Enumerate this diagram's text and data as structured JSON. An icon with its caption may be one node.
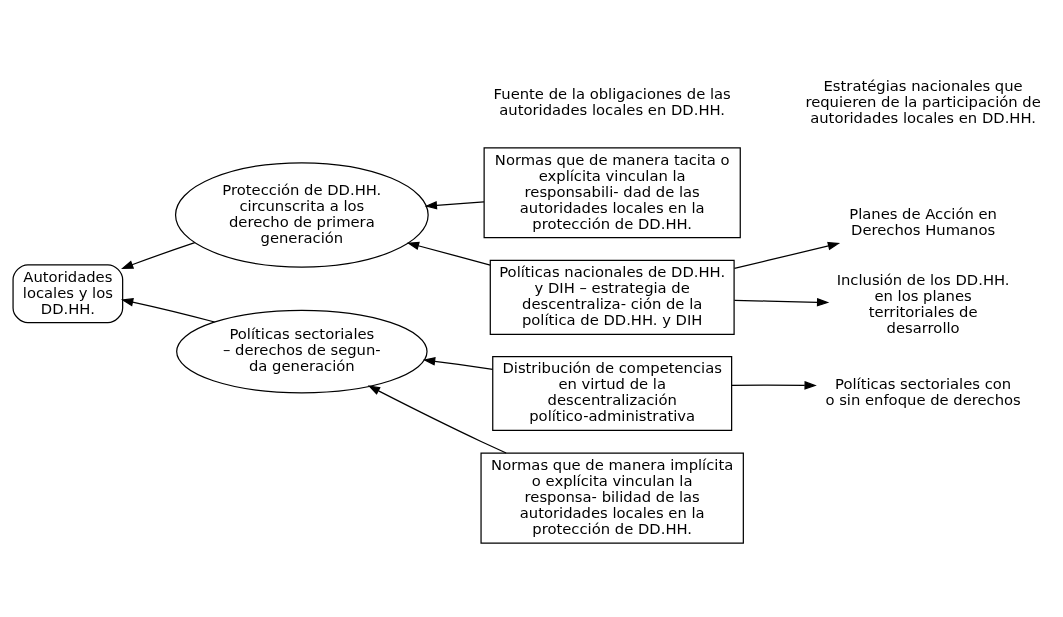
{
  "diagram": {
    "nodes": [
      {
        "text": [
          "Autoridades locales y los DD.HH."
        ]
      },
      {
        "text": [
          "Protección de DD.HH. circunscrita a los derecho de primera generación"
        ]
      },
      {
        "text": [
          "Políticas sectoriales – derechos de segun- da generación"
        ]
      },
      {
        "text": [
          "Normas que de manera tacita o explícita vinculan la responsabili- dad de las autoridades locales en la protección de DD.HH."
        ]
      },
      {
        "text": [
          "Políticas nacionales de DD.HH. y DIH – estrategia de descentraliza- ción de la política de DD.HH. y DIH"
        ]
      },
      {
        "text": [
          "Normas que de manera implícita o explícita vinculan la responsa- bilidad de las autoridades locales en la protección de DD.HH."
        ]
      },
      {
        "text": [
          "Distribución de competencias en virtud de la descentralización político-administrativa"
        ]
      },
      {
        "text": [
          "Planes de Acción en Derechos Humanos"
        ]
      },
      {
        "text": [
          "Inclusión de los DD.HH. en los planes territoriales de desarrollo"
        ]
      },
      {
        "text": [
          "Políticas sectoriales con o sin enfoque de derechos"
        ]
      }
    ],
    "edges": [
      {
        "from": 3,
        "to": 1,
        "arrow": "to"
      },
      {
        "from": 4,
        "to": 1,
        "arrow": "to"
      },
      {
        "from": 5,
        "to": 2,
        "arrow": "to"
      },
      {
        "from": 6,
        "to": 2,
        "arrow": "to"
      },
      {
        "from": 1,
        "to": 0,
        "arrow": "to"
      },
      {
        "from": 2,
        "to": 0,
        "arrow": "to"
      },
      {
        "from": 4,
        "to": 7,
        "arrow": "to"
      },
      {
        "from": 4,
        "to": 8,
        "arrow": "to"
      },
      {
        "from": 6,
        "to": 9,
        "arrow": "to"
      }
    ],
    "labels": [
      "Fuente de la obligaciones de las autoridades locales en DD.HH.",
      "Estratégias nacionales que requieren de la participación de autoridades locales en DD.HH."
    ]
  }
}
